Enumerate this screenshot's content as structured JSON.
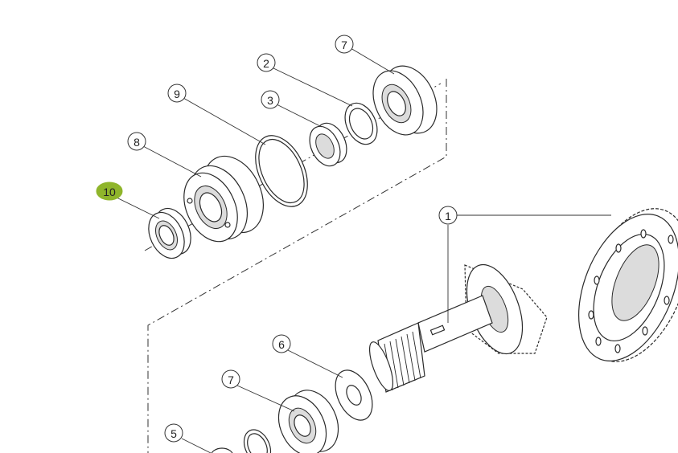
{
  "diagram": {
    "callouts": [
      {
        "id": "c1",
        "label": "1",
        "highlight": false
      },
      {
        "id": "c2",
        "label": "2",
        "highlight": false
      },
      {
        "id": "c3",
        "label": "3",
        "highlight": false
      },
      {
        "id": "c5",
        "label": "5",
        "highlight": false
      },
      {
        "id": "c6",
        "label": "6",
        "highlight": false
      },
      {
        "id": "c7a",
        "label": "7",
        "highlight": false
      },
      {
        "id": "c7b",
        "label": "7",
        "highlight": false
      },
      {
        "id": "c8",
        "label": "8",
        "highlight": false
      },
      {
        "id": "c9",
        "label": "9",
        "highlight": false
      },
      {
        "id": "c10",
        "label": "10",
        "highlight": true
      }
    ],
    "colors": {
      "highlight": "#8fb52b",
      "line": "#2a2a2a",
      "background": "#ffffff"
    }
  }
}
